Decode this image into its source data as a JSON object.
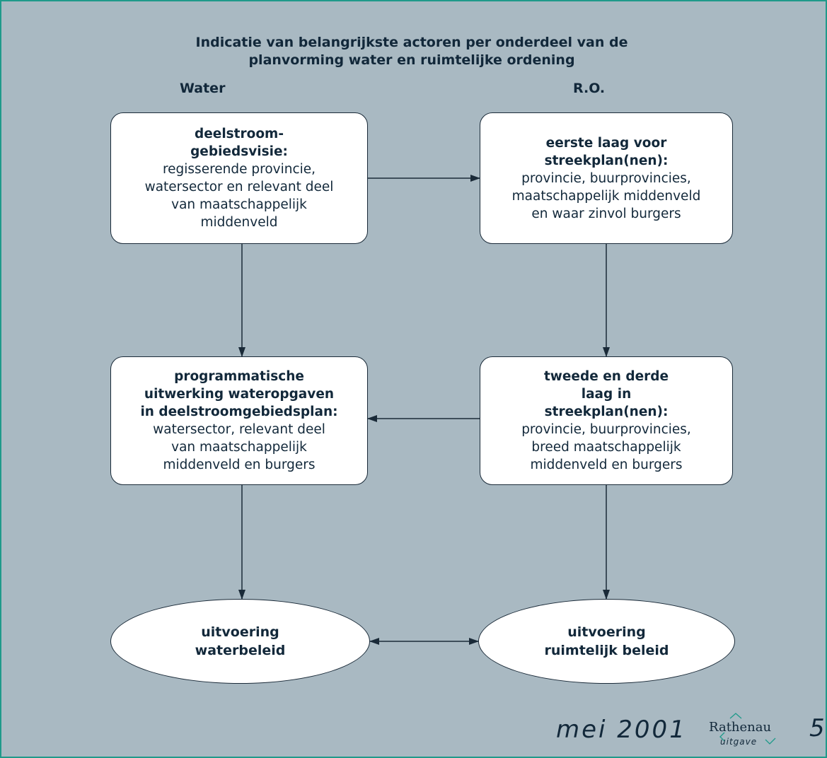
{
  "title": {
    "line1": "Indicatie van belangrijkste actoren per onderdeel van de",
    "line2": "planvorming water en ruimtelijke ordening"
  },
  "columns": {
    "water": "Water",
    "ro": "R.O."
  },
  "boxes": {
    "water_top": {
      "heading1": "deelstroom-",
      "heading2": "gebiedsvisie:",
      "l1": "regisserende provincie,",
      "l2": "watersector en relevant deel",
      "l3": "van maatschappelijk",
      "l4": "middenveld"
    },
    "ro_top": {
      "heading1": "eerste laag voor",
      "heading2": "streekplan(nen):",
      "l1": "provincie, buurprovincies,",
      "l2": "maatschappelijk middenveld",
      "l3": "en waar zinvol burgers"
    },
    "water_mid": {
      "heading1": "programmatische",
      "heading2": "uitwerking wateropgaven",
      "heading3": "in deelstroomgebiedsplan:",
      "l1": "watersector, relevant deel",
      "l2": "van maatschappelijk",
      "l3": "middenveld en burgers"
    },
    "ro_mid": {
      "heading1": "tweede en derde",
      "heading2": "laag in",
      "heading3": "streekplan(nen):",
      "l1": "provincie, buurprovincies,",
      "l2": "breed maatschappelijk",
      "l3": "middenveld en burgers"
    }
  },
  "ellipses": {
    "water": {
      "l1": "uitvoering",
      "l2": "waterbeleid"
    },
    "ro": {
      "l1": "uitvoering",
      "l2": "ruimtelijk beleid"
    }
  },
  "footer": {
    "date": "mei 2001",
    "logo_name": "Rathenau",
    "logo_sub": "uitgave",
    "page_number": "5"
  },
  "colors": {
    "background": "#a9b9c2",
    "frame": "#1f9a8a",
    "ink": "#12283a"
  }
}
